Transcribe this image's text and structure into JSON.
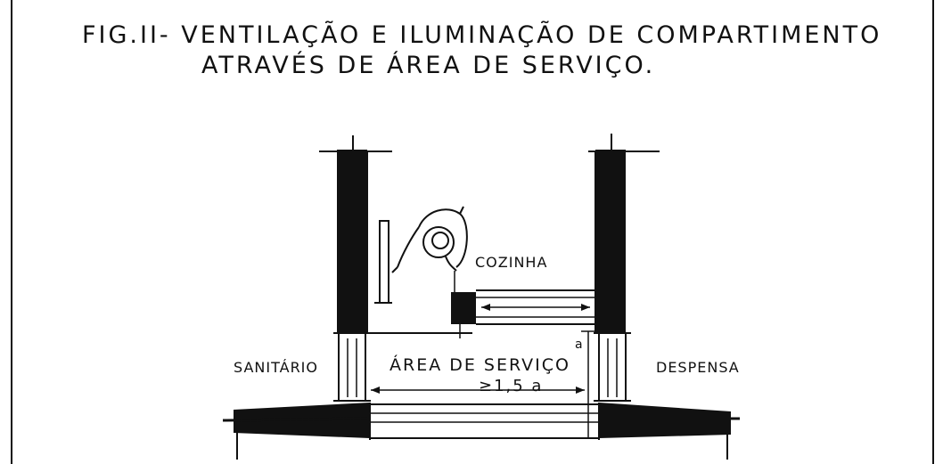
{
  "figure": {
    "title_line1": "FIG.II- VENTILAÇÃO E ILUMINAÇÃO DE COMPARTIMENTO",
    "title_line2": "ATRAVÉS DE ÁREA DE SERVIÇO.",
    "labels": {
      "cozinha": "COZINHA",
      "sanitario": "SANITÁRIO",
      "area_servico": "ÁREA DE SERVIÇO",
      "despensa": "DESPENSA",
      "dimension": "≥1,5 a",
      "dimension_ref": "a"
    }
  }
}
